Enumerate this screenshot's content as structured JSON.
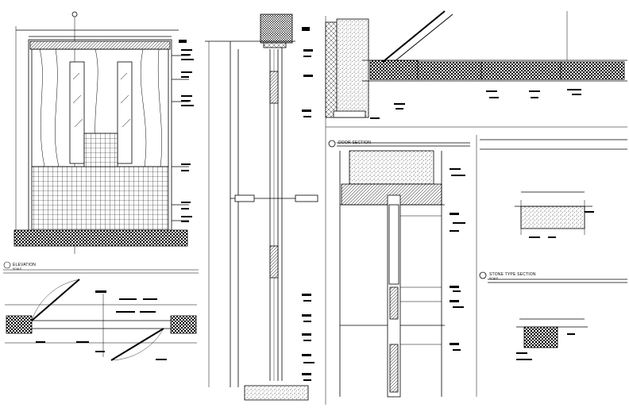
{
  "titles": {
    "elevation": "ELEVATION",
    "door_section": "DOOR SECTION",
    "stone_section": "STONE TYPE SECTION"
  },
  "subtitles": {
    "elevation": "SCALE",
    "stone_section": "SCALE"
  },
  "colors": {
    "line": "#000000",
    "background": "#ffffff"
  }
}
